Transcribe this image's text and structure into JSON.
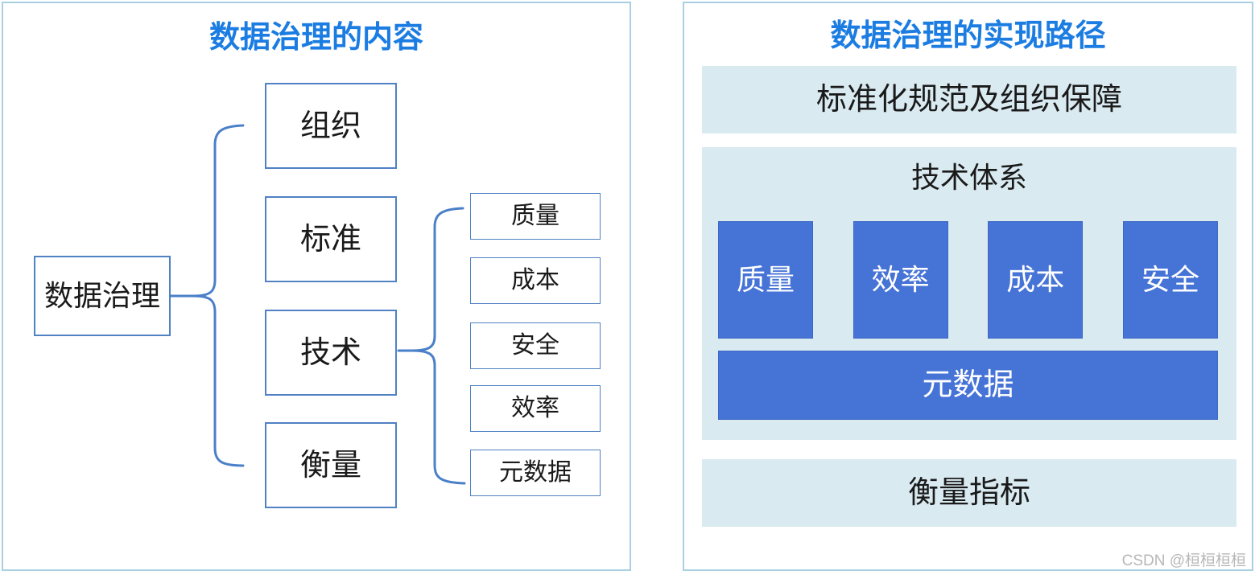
{
  "left_panel": {
    "title": "数据治理的内容",
    "root": "数据治理",
    "level1": [
      "组织",
      "标准",
      "技术",
      "衡量"
    ],
    "level2": [
      "质量",
      "成本",
      "安全",
      "效率",
      "元数据"
    ]
  },
  "right_panel": {
    "title": "数据治理的实现路径",
    "top_band": "标准化规范及组织保障",
    "tech_band": {
      "label": "技术体系",
      "pillars": [
        "质量",
        "效率",
        "成本",
        "安全"
      ],
      "base": "元数据"
    },
    "bottom_band": "衡量指标"
  },
  "watermark": "CSDN @桓桓桓桓",
  "colors": {
    "title_blue": "#1b7ce2",
    "panel_border": "#a8d0e0",
    "node_border": "#4f81c3",
    "brace_stroke": "#4a80c8",
    "band_background": "#d9eaf1",
    "block_blue": "#4673d6",
    "block_text": "#ffffff",
    "body_text": "#1a1a1a",
    "watermark_gray": "#b7b7b7"
  }
}
